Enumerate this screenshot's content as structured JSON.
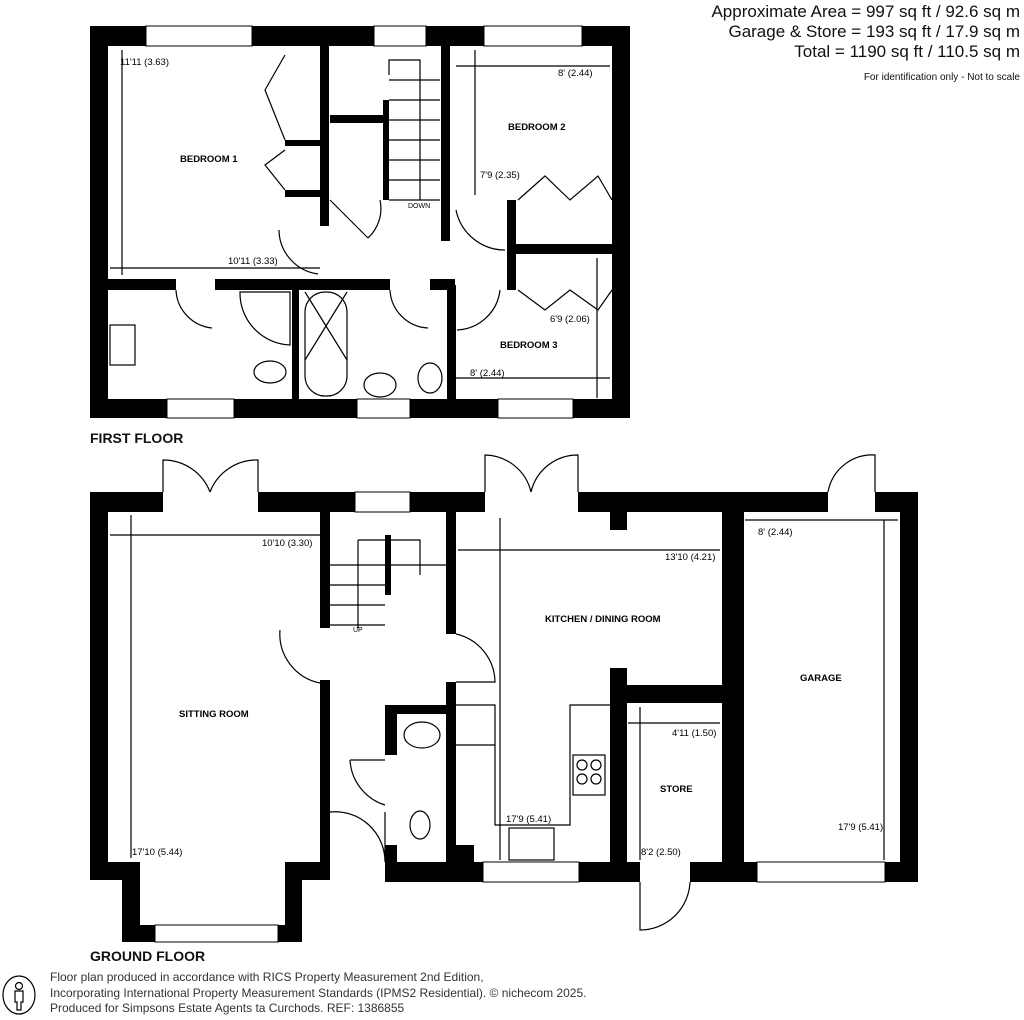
{
  "header": {
    "area_lines": [
      "Approximate Area = 997 sq ft / 92.6 sq m",
      "Garage & Store = 193 sq ft / 17.9 sq m",
      "Total = 1190 sq ft / 110.5 sq m"
    ],
    "note": "For identification only - Not to scale"
  },
  "first_floor": {
    "title": "FIRST FLOOR",
    "rooms": {
      "bedroom1": "BEDROOM 1",
      "bedroom2": "BEDROOM 2",
      "bedroom3": "BEDROOM 3",
      "stairs": "DOWN"
    },
    "dims": {
      "b1_h": "11'11 (3.63)",
      "b1_w": "10'11 (3.33)",
      "b2_w": "8' (2.44)",
      "b2_h": "7'9 (2.35)",
      "b3_h": "6'9 (2.06)",
      "b3_w": "8' (2.44)"
    }
  },
  "ground_floor": {
    "title": "GROUND FLOOR",
    "rooms": {
      "sitting": "SITTING ROOM",
      "kitchen": "KITCHEN / DINING ROOM",
      "garage": "GARAGE",
      "store": "STORE",
      "stairs": "UP"
    },
    "dims": {
      "sit_w": "10'10 (3.30)",
      "sit_h": "17'10 (5.44)",
      "kit_w": "13'10 (4.21)",
      "kit_h": "17'9 (5.41)",
      "gar_w": "8' (2.44)",
      "gar_h": "17'9 (5.41)",
      "store_w": "4'11 (1.50)",
      "store_h": "8'2 (2.50)"
    }
  },
  "footer": {
    "lines": [
      "Floor plan produced in accordance with RICS Property Measurement 2nd Edition,",
      "Incorporating International Property Measurement Standards (IPMS2 Residential).   © nichecom 2025.",
      "Produced for Simpsons Estate Agents ta Curchods.   REF: 1386855"
    ],
    "logo_icon": "person-in-circle-icon"
  }
}
